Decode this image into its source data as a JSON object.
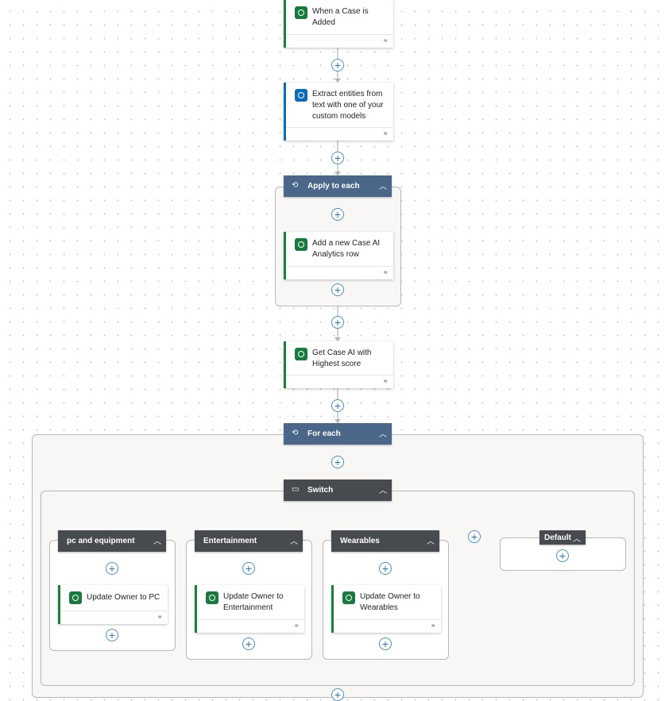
{
  "flow": {
    "trigger": {
      "label": "When a Case is Added",
      "link_icon": "link-icon"
    },
    "extract": {
      "label": "Extract entities from text with one of your custom models",
      "link_icon": "link-icon"
    },
    "apply_to_each": {
      "title": "Apply to each",
      "inner_card": {
        "label": "Add a new Case AI Analytics row",
        "link_icon": "link-icon"
      }
    },
    "get_case": {
      "label": "Get Case AI with Highest score",
      "link_icon": "link-icon"
    },
    "for_each": {
      "title": "For each",
      "switch": {
        "title": "Switch",
        "cases": [
          {
            "title": "pc and equipment",
            "action": "Update Owner to PC"
          },
          {
            "title": "Entertainment",
            "action": "Update Owner to Entertainment"
          },
          {
            "title": "Wearables",
            "action": "Update Owner to Wearables"
          }
        ],
        "default_title": "Default"
      }
    }
  },
  "icons": {
    "dataverse": "dataverse-icon",
    "ai_builder": "ai-builder-icon",
    "loop": "loop-icon",
    "switch": "switch-icon",
    "collapse": "chevron-up-icon",
    "add": "add-step-icon"
  },
  "colors": {
    "loop_header": "#4a6689",
    "switch_header": "#474a4f",
    "dataverse_accent": "#1e7e3e",
    "ai_accent": "#0f6cbd",
    "add_button": "#2a75b8"
  }
}
